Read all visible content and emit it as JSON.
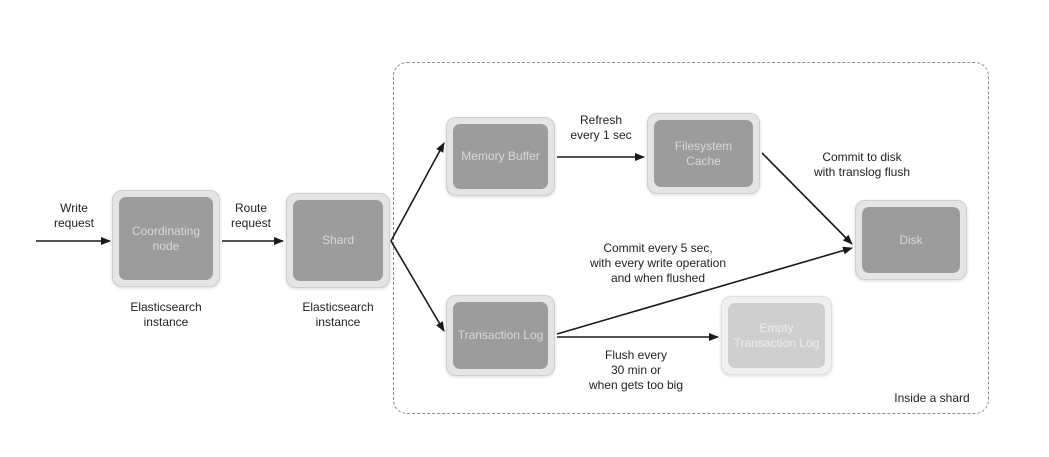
{
  "nodes": {
    "coordinating": "Coordinating node",
    "shard": "Shard",
    "memory_buffer": "Memory Buffer",
    "filesystem_cache": "Filesystem Cache",
    "disk": "Disk",
    "transaction_log": "Transaction Log",
    "empty_transaction_log": "Empty Transaction Log"
  },
  "labels": {
    "write_request": [
      "Write",
      "request"
    ],
    "route_request": [
      "Route",
      "request"
    ],
    "es_instance_1": [
      "Elasticsearch",
      "instance"
    ],
    "es_instance_2": [
      "Elasticsearch",
      "instance"
    ],
    "refresh": [
      "Refresh",
      "every 1 sec"
    ],
    "commit_disk": [
      "Commit to disk",
      "with translog flush"
    ],
    "commit_every": [
      "Commit every 5 sec,",
      "with every write operation",
      "and when flushed"
    ],
    "flush_every": [
      "Flush every",
      "30 min or",
      "when gets too big"
    ],
    "inside_shard": "Inside a shard"
  },
  "colors": {
    "line": "#1a1a1a",
    "box_outer": "#e4e4e4",
    "box_inner": "#9c9c9c",
    "frame": "#8a8a8a"
  }
}
